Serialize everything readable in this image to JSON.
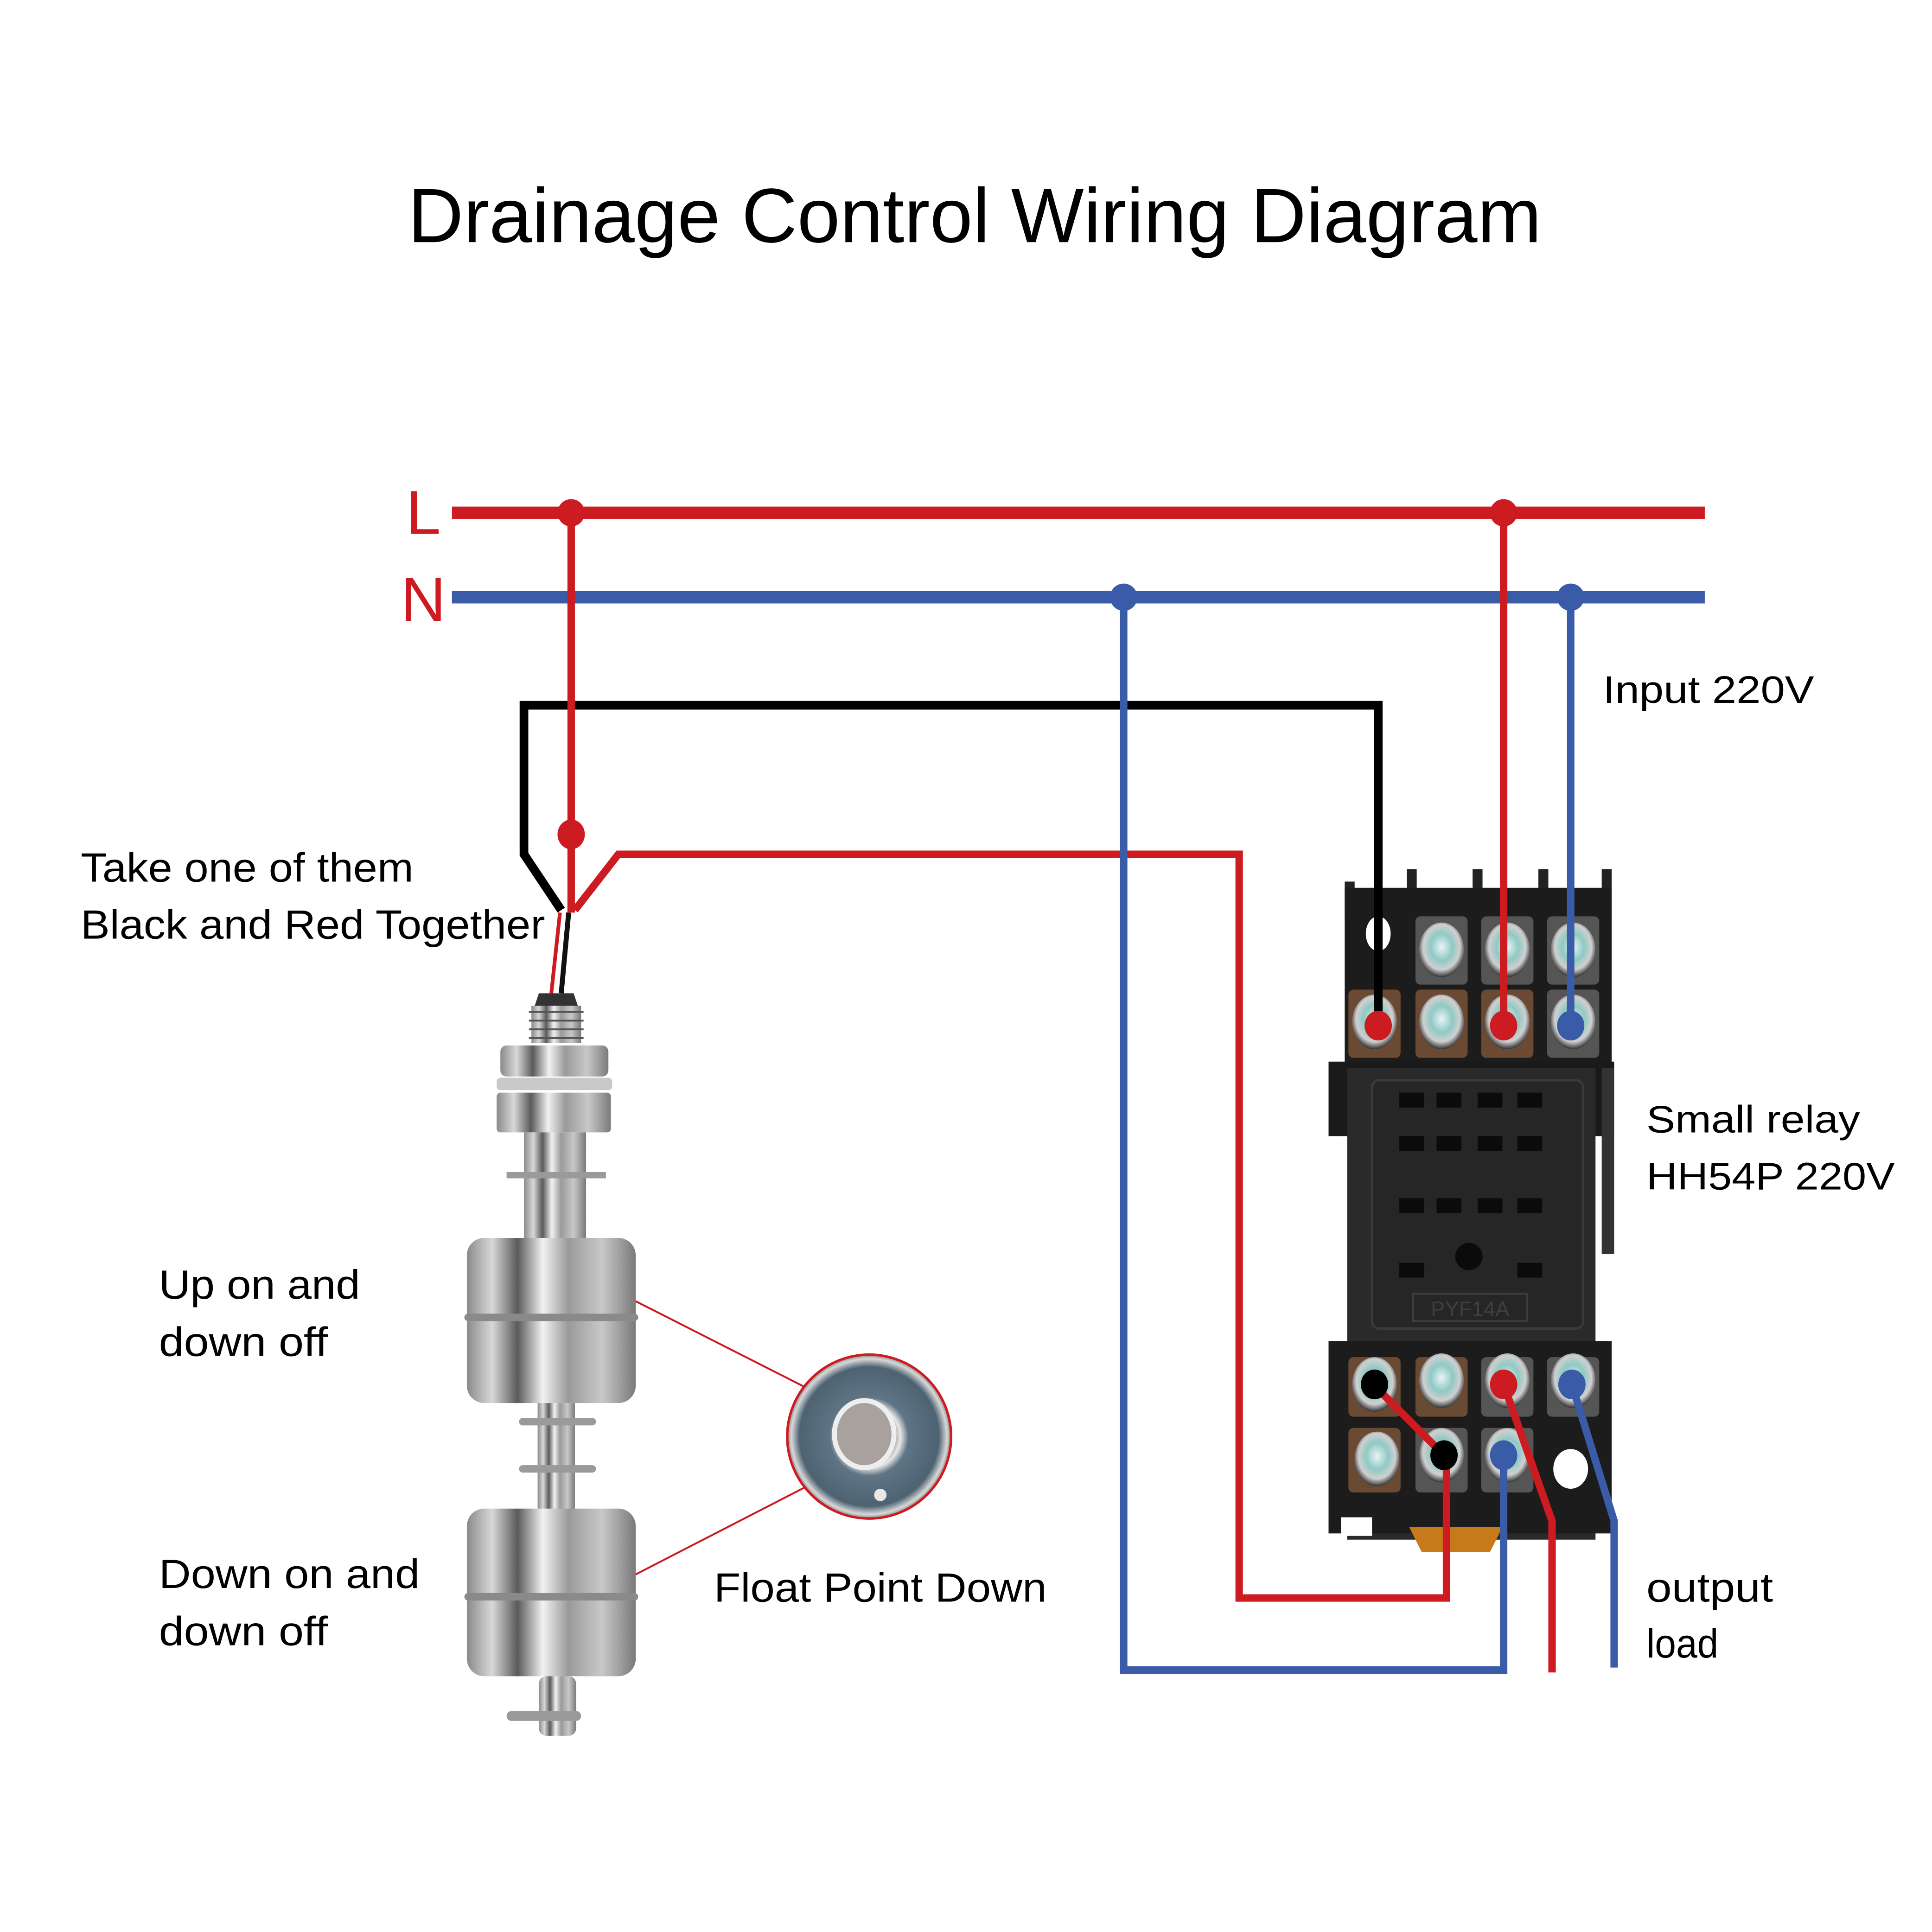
{
  "title": "Drainage Control Wiring Diagram",
  "colors": {
    "live": "#cc1c22",
    "neutral": "#3a5ca8",
    "black_wire": "#000000",
    "relay_body": "#1e1e1e",
    "text": "#000000"
  },
  "bus": {
    "live_label": "L",
    "neutral_label": "N"
  },
  "labels": {
    "wire_note_line1": "Take one of them",
    "wire_note_line2": "Black and Red Together",
    "upper_float_line1": "Up on and",
    "upper_float_line2": "down off",
    "lower_float_line1": "Down on and",
    "lower_float_line2": "down off",
    "float_point": "Float Point Down",
    "input": "Input 220V",
    "relay_line1": "Small relay",
    "relay_line2": "HH54P 220V",
    "output_line1": "output",
    "output_line2": "load"
  },
  "relay": {
    "socket_marking": "PYF14A",
    "model": "HH54P",
    "voltage": "220V"
  },
  "icons": {
    "junction": "junction-dot",
    "float_switch": "float-switch-icon",
    "magnifier": "float-detail-magnifier-icon",
    "relay_socket": "relay-socket-icon"
  }
}
